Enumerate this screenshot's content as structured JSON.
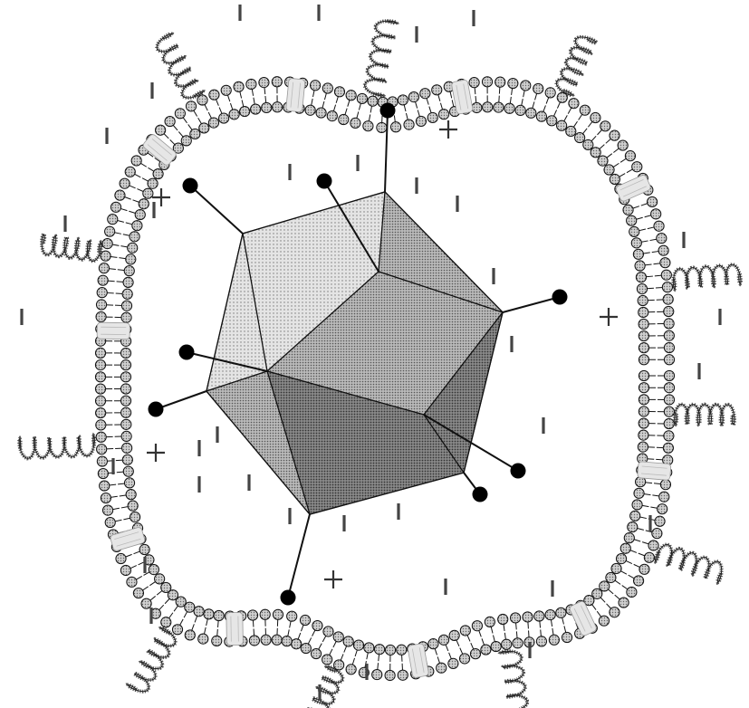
{
  "diagram": {
    "style": "grayscale line art (patent drawing)",
    "components": {
      "capsid": "icosahedral-capsid",
      "spikes": "surface-spikes-with-ball-tips",
      "envelope": "lipid-bilayer-envelope",
      "transmembrane_segments": "helical-transmembrane-segments",
      "channels": "membrane-channels",
      "interior_marks": "charge-marks"
    },
    "colors": {
      "capsid_light": "#d8d8d8",
      "capsid_mid": "#a8a8a8",
      "capsid_dark": "#6f6f6f",
      "lipid_head": "#bdbdbd",
      "stroke": "#111111",
      "channel": "#e6e6e6",
      "spike_tip": "#000000"
    }
  }
}
